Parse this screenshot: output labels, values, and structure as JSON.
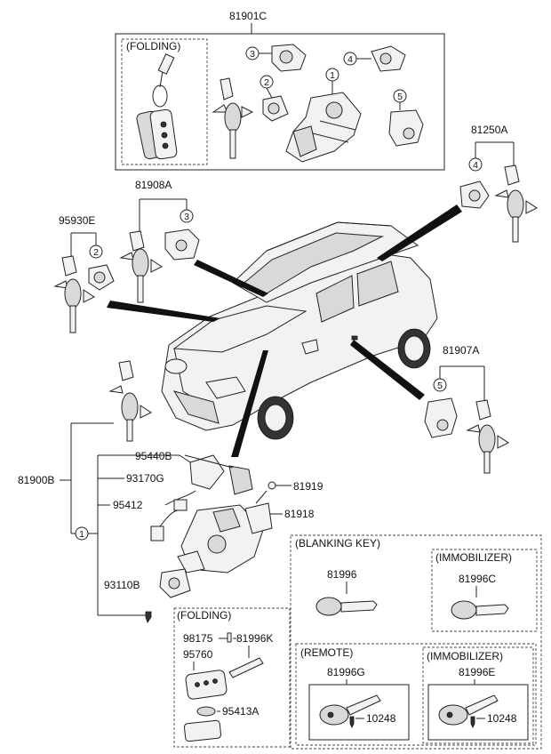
{
  "groups": {
    "top_kit": "81901C",
    "top_folding": "(FOLDING)",
    "right_top": "81250A",
    "mid_left": "81908A",
    "far_left": "95930E",
    "right_mid": "81907A",
    "left_main": "81900B"
  },
  "callouts": {
    "c1": "1",
    "c2": "2",
    "c3": "3",
    "c4": "4",
    "c5": "5"
  },
  "parts": {
    "p95440B": "95440B",
    "p93170G": "93170G",
    "p95412": "95412",
    "p81919": "81919",
    "p81918": "81918",
    "p93110B": "93110B",
    "p98175": "98175",
    "p81996K": "81996K",
    "p95760": "95760",
    "p95413A": "95413A"
  },
  "bottom_folding": "(FOLDING)",
  "blanking": {
    "title": "(BLANKING KEY)",
    "key_part": "81996",
    "immobilizer_title": "(IMMOBILIZER)",
    "immobilizer_part": "81996C"
  },
  "remote": {
    "title": "(REMOTE)",
    "key_part": "81996G",
    "screw": "10248",
    "immobilizer_title": "(IMMOBILIZER)",
    "immobilizer_part": "81996E",
    "immobilizer_screw": "10248"
  }
}
